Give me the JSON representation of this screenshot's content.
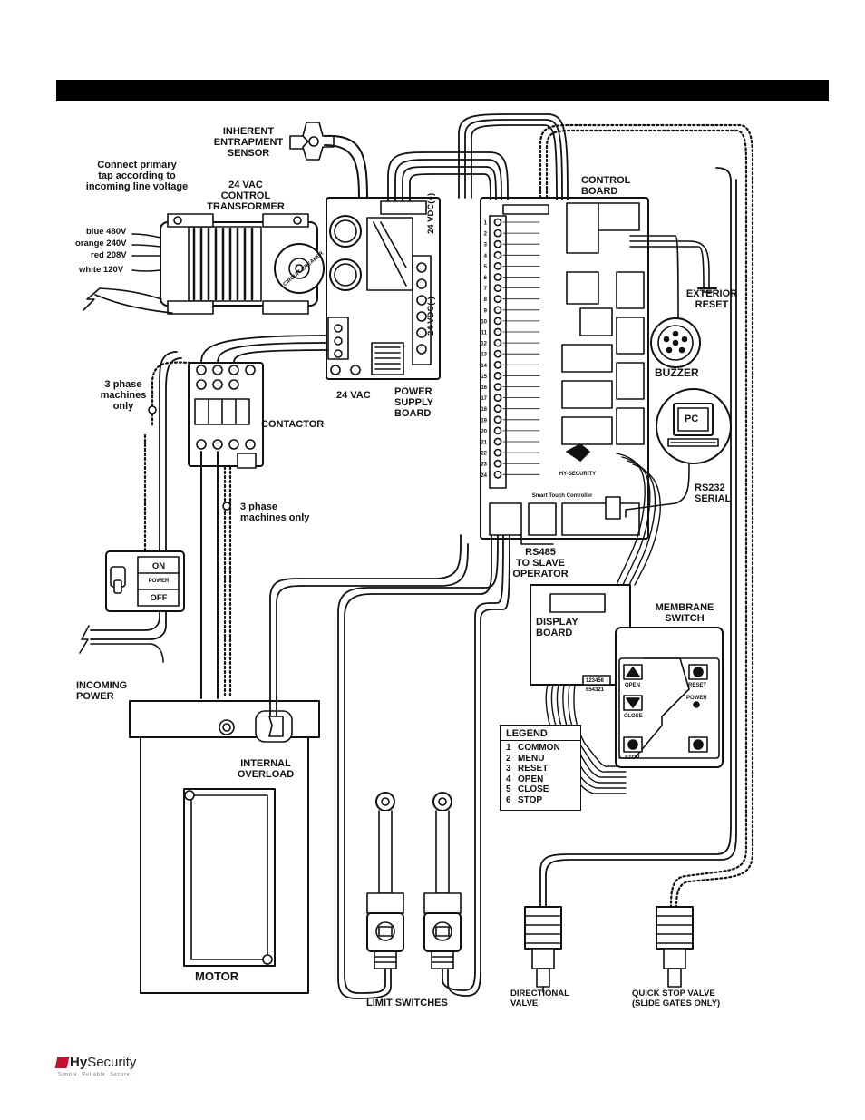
{
  "labels": {
    "entrapment_sensor": "INHERENT\nENTRAPMENT\nSENSOR",
    "connect_primary": "Connect primary\ntap according to\nincoming line voltage",
    "transformer": "24 VAC\nCONTROL\nTRANSFORMER",
    "tap_blue": "blue 480V",
    "tap_orange": "orange 240V",
    "tap_red": "red 208V",
    "tap_white": "white 120V",
    "circuit_breaker": "CIRCUIT BREAKER",
    "control_board": "CONTROL\nBOARD",
    "vdc_plus": "24 VDC(+)",
    "vdc_minus": "24 VDC(-)",
    "vac_24": "24 VAC",
    "power_supply_board": "POWER\nSUPPLY\nBOARD",
    "exterior_reset": "EXTERIOR\nRESET",
    "buzzer": "BUZZER",
    "pc": "PC",
    "rs232_serial": "RS232\nSERIAL",
    "three_phase_1": "3 phase\nmachines\nonly",
    "contactor": "CONTACTOR",
    "three_phase_2": "3 phase\nmachines only",
    "switch_on": "ON",
    "switch_power": "POWER",
    "switch_off": "OFF",
    "incoming_power": "INCOMING\nPOWER",
    "smart_touch_controller": "Smart Touch Controller",
    "rs485": "RS485\nTO SLAVE\nOPERATOR",
    "display_board": "DISPLAY\nBOARD",
    "membrane_switch": "MEMBRANE\nSWITCH",
    "internal_overload": "INTERNAL\nOVERLOAD",
    "motor": "MOTOR",
    "limit_switches": "LIMIT SWITCHES",
    "directional_valve": "DIRECTIONAL\nVALVE",
    "quick_stop_valve": "QUICK STOP VALVE\n(SLIDE GATES ONLY)",
    "hy_security_board": "HY-SECURITY",
    "connector_code_1": "123456",
    "connector_code_2": "654321"
  },
  "legend": {
    "title": "LEGEND",
    "items": [
      {
        "num": "1",
        "label": "COMMON"
      },
      {
        "num": "2",
        "label": "MENU"
      },
      {
        "num": "3",
        "label": "RESET"
      },
      {
        "num": "4",
        "label": "OPEN"
      },
      {
        "num": "5",
        "label": "CLOSE"
      },
      {
        "num": "6",
        "label": "STOP"
      }
    ]
  },
  "membrane_buttons": {
    "open": "OPEN",
    "close": "CLOSE",
    "stop": "STOP",
    "reset": "RESET",
    "power": "POWER"
  },
  "control_board_inputs": [
    "1",
    "2",
    "3",
    "4",
    "5",
    "6",
    "7",
    "8",
    "9",
    "10",
    "11",
    "12",
    "13",
    "14",
    "15",
    "16",
    "17",
    "18",
    "19",
    "20",
    "21",
    "22",
    "23",
    "24"
  ],
  "logo": {
    "brand_light": "Hy",
    "brand_rest": "Security",
    "tagline": "Simple. Reliable. Secure."
  },
  "colors": {
    "line": "#111111",
    "header_bar": "#000000",
    "logo_red": "#c8102e"
  }
}
